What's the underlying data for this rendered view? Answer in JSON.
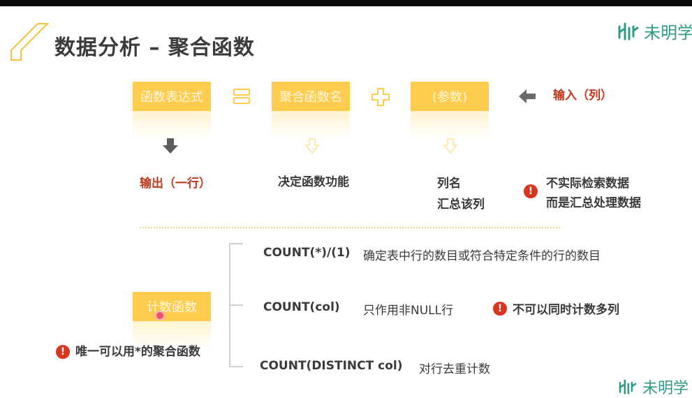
{
  "title": "数据分析 – 聚合函数",
  "brand": "未明学",
  "brand_bottom": "未明学",
  "colors": {
    "accent": "#ffcc4d",
    "warning": "#d9351f",
    "brand": "#2f9b86",
    "red_text": "#c0391b"
  },
  "formula": {
    "box1": "函数表达式",
    "box2": "聚合函数名",
    "box3": "(参数)",
    "input_label": "输入（列）",
    "output_label": "输出（一行）",
    "func_label": "决定函数功能",
    "param_label_1": "列名",
    "param_label_2": "汇总该列",
    "warn_line_1": "不实际检索数据",
    "warn_line_2": "而是汇总处理数据"
  },
  "count_section": {
    "box": "计数函数",
    "note": "唯一可以用*的聚合函数",
    "items": [
      {
        "code": "COUNT(*)/(1)",
        "desc": "确定表中行的数目或符合特定条件的行的数目"
      },
      {
        "code": "COUNT(col)",
        "desc": "只作用非NULL行"
      },
      {
        "code": "COUNT(DISTINCT col)",
        "desc": "对行去重计数"
      }
    ],
    "warn": "不可以同时计数多列"
  },
  "icons": [
    "slash-decoration-icon",
    "brand-logo-icon",
    "equals-icon",
    "plus-icon",
    "left-arrow-icon",
    "down-arrow-icon",
    "warning-icon"
  ]
}
